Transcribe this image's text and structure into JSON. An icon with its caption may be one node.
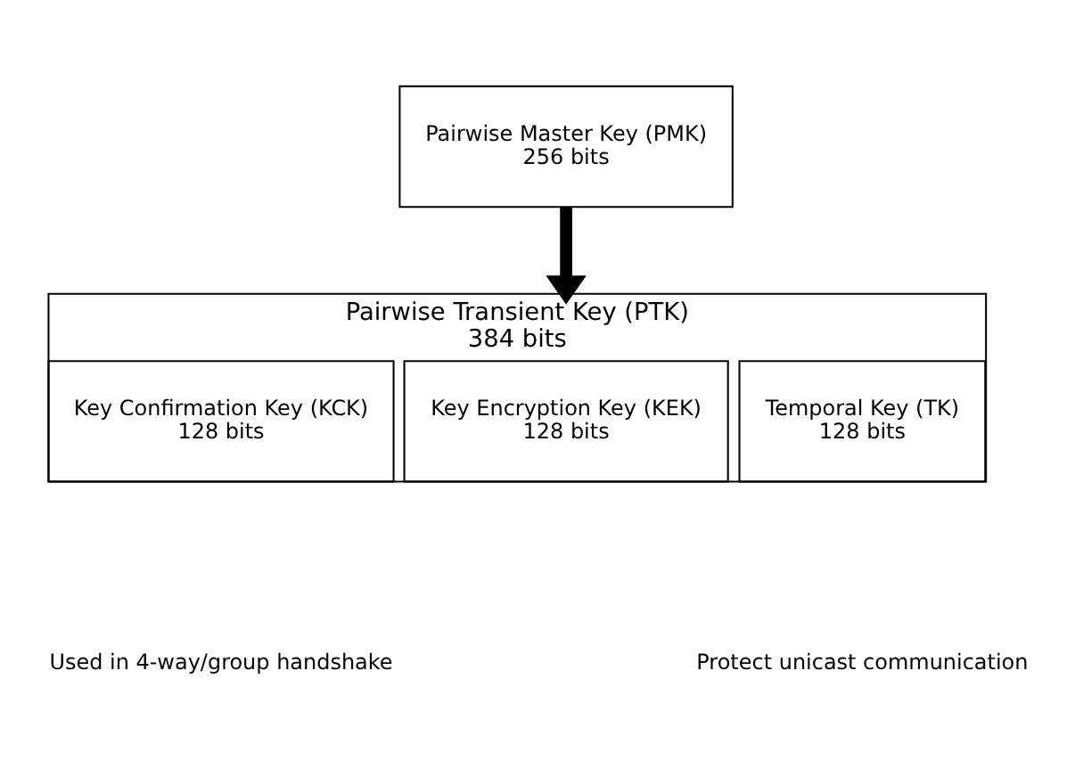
{
  "diagram": {
    "nodes": [
      {
        "text": [
          "Pairwise Master Key (PMK)",
          "256 bits"
        ]
      },
      {
        "text": [
          "Pairwise Transient Key (PTK)",
          "384 bits"
        ]
      },
      {
        "text": [
          "Key Confirmation Key (KCK)",
          "128 bits"
        ],
        "in": 1
      },
      {
        "text": [
          "Key Encryption Key (KEK)",
          "128 bits"
        ],
        "in": 1
      },
      {
        "text": [
          "Temporal Key (TK)",
          "128 bits"
        ],
        "in": 1
      }
    ],
    "edges": [
      {
        "from": 0,
        "to": 1,
        "arrow": "to"
      }
    ],
    "labels": [
      "Used in 4-way/group handshake",
      "Protect unicast communication"
    ]
  }
}
